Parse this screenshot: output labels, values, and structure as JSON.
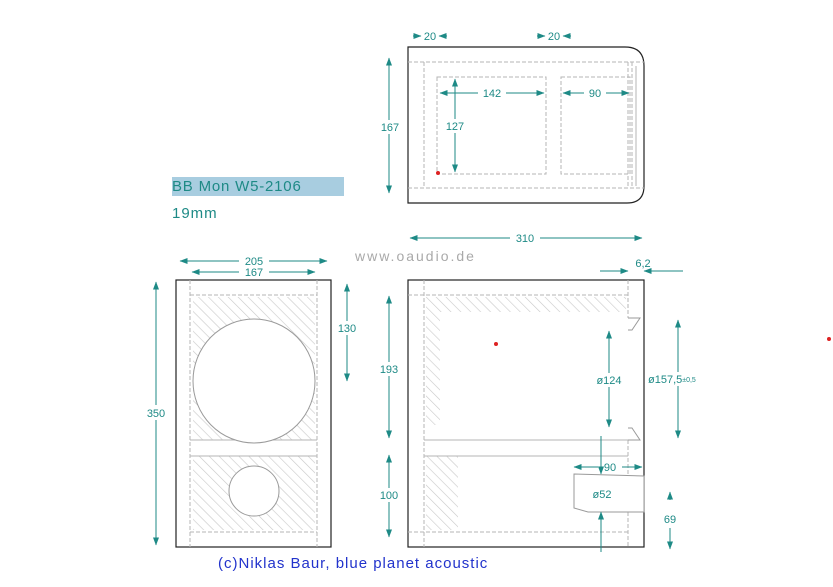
{
  "title": "BB Mon W5-2106",
  "subtitle": "19mm",
  "website": "www.oaudio.de",
  "credit": "(c)Niklas Baur, blue planet acoustic",
  "colors": {
    "dimension": "#1e8a86",
    "outline": "#222222",
    "hidden_line": "#b5b5b5",
    "hatch": "#c8c8c8",
    "marker": "#dd2222",
    "title_highlight": "#a8cde0",
    "credit": "#2233cc"
  },
  "top_view": {
    "width": "310",
    "depth": "167",
    "wall_left": "20",
    "wall_mid": "20",
    "chamber_a": "142",
    "chamber_b": "90",
    "chamber_depth": "127"
  },
  "front_view": {
    "outer_width": "205",
    "inner_width": "167",
    "height": "350",
    "upper_offset": "130"
  },
  "side_view": {
    "upper_height": "193",
    "lower_height": "100",
    "recess": "6,2",
    "driver_cutout": "ø124",
    "flange_diameter": "ø157,5",
    "flange_tolerance": "±0,5",
    "port_length": "90",
    "port_diameter": "ø52",
    "port_height": "69"
  }
}
